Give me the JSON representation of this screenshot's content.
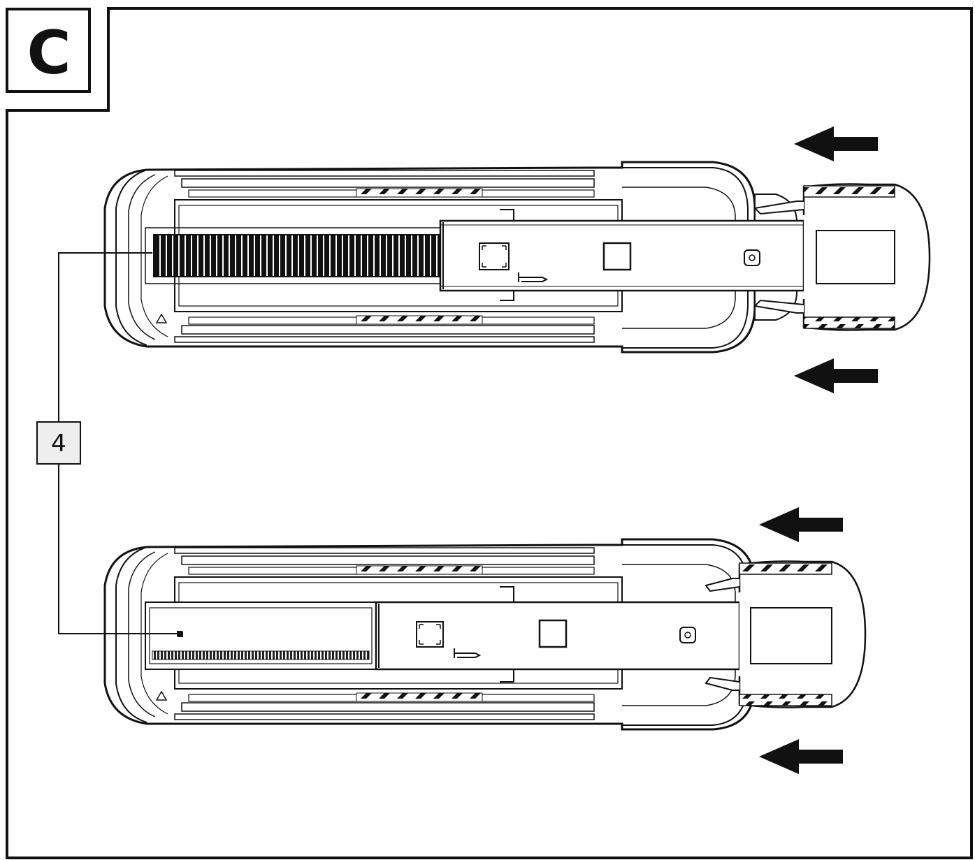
{
  "section": {
    "letter": "C"
  },
  "callout": {
    "number": "4",
    "target": "staple-magazine"
  },
  "colors": {
    "ink": "#111111",
    "paper": "#ffffff",
    "callout_fill": "#eeeeee"
  },
  "arrows": {
    "direction": "left",
    "count": 4
  },
  "staplers": [
    {
      "state": "loaded",
      "magazine": "full"
    },
    {
      "state": "pulled-open",
      "magazine": "low"
    }
  ]
}
